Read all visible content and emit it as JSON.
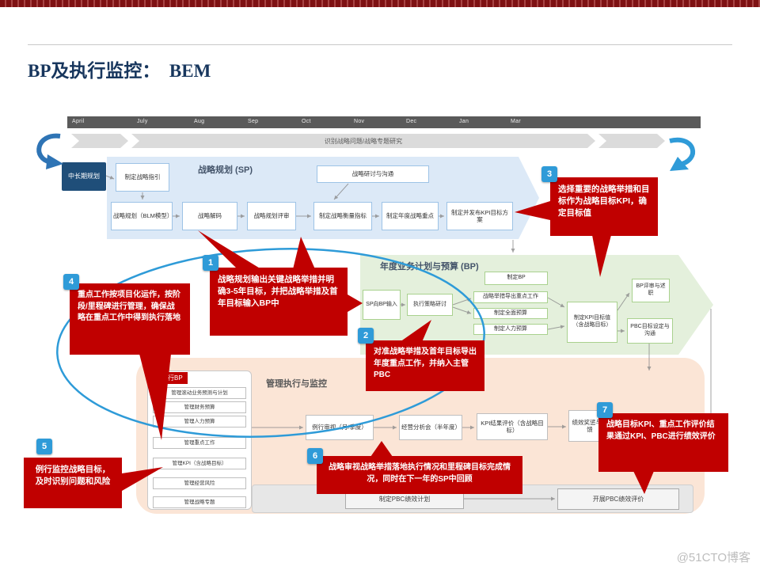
{
  "colors": {
    "callout": "#C00000",
    "badge": "#2F9BD8",
    "sp_band": "#DCE9F7",
    "bp_band": "#E4F0DC",
    "exec_band": "#FBE5D6",
    "title": "#17365D"
  },
  "page": {
    "title": "BP及执行监控：  BEM",
    "watermark": "@51CTO博客"
  },
  "timeline": {
    "months": [
      "April",
      "July",
      "Aug",
      "Sep",
      "Oct",
      "Nov",
      "Dec",
      "Jan",
      "Mar"
    ],
    "banner": "识别战略问题/战略专题研究"
  },
  "sp": {
    "title": "战略规划 (SP)",
    "side_box": "中长期规划",
    "top_boxes": [
      "制定战略指引",
      "战略研讨与沟通"
    ],
    "boxes": [
      "战略规划（BLM模型）",
      "战略解码",
      "战略规划评审",
      "制定战略衡量指标",
      "制定年度战略重点",
      "制定并发布KPI目标方案"
    ]
  },
  "bp": {
    "title": "年度业务计划与预算 (BP)",
    "boxes": {
      "input": "SP向BP输入",
      "strategy": "执行策略研讨",
      "make_bp": "制定BP",
      "derive": "战略举措导出重点工作",
      "budget": "制定全面预算",
      "hr": "制定人力预算",
      "kpi": "制定KPI目标值（含战略目标）",
      "review": "BP评审与述职",
      "pbc": "PBC目标设定与沟通"
    }
  },
  "exec": {
    "title": "管理执行与监控",
    "tag": "执行BP",
    "list": [
      "管理滚动业务预测与计划",
      "管理财务预算",
      "管理人力预算",
      "管理重点工作",
      "管理KPI（含战略目标）",
      "管理经营风险",
      "管理战略专题"
    ],
    "boxes": [
      "例行审视（月/季度）",
      "经营分析会（半年度）",
      "KPI结果评价（含战略目标）",
      "绩效奖惩与反馈"
    ],
    "bottom": [
      "制定PBC绩效计划",
      "开展PBC绩效评价"
    ]
  },
  "callouts": [
    {
      "num": "1",
      "text": "战略规划输出关键战略举措并明确3-5年目标，并把战略举措及首年目标输入BP中"
    },
    {
      "num": "2",
      "text": "对准战略举措及首年目标导出年度重点工作，并纳入主管PBC"
    },
    {
      "num": "3",
      "text": "选择重要的战略举措和目标作为战略目标KPI，确定目标值"
    },
    {
      "num": "4",
      "text": "重点工作按项目化运作，按阶段/里程碑进行管理，确保战略在重点工作中得到执行落地"
    },
    {
      "num": "5",
      "text": "例行监控战略目标，及时识别问题和风险"
    },
    {
      "num": "6",
      "text": "战略审视战略举措落地执行情况和里程碑目标完成情况，同时在下一年的SP中回顾"
    },
    {
      "num": "7",
      "text": "战略目标KPI、重点工作评价结果通过KPI、PBC进行绩效评价"
    }
  ]
}
